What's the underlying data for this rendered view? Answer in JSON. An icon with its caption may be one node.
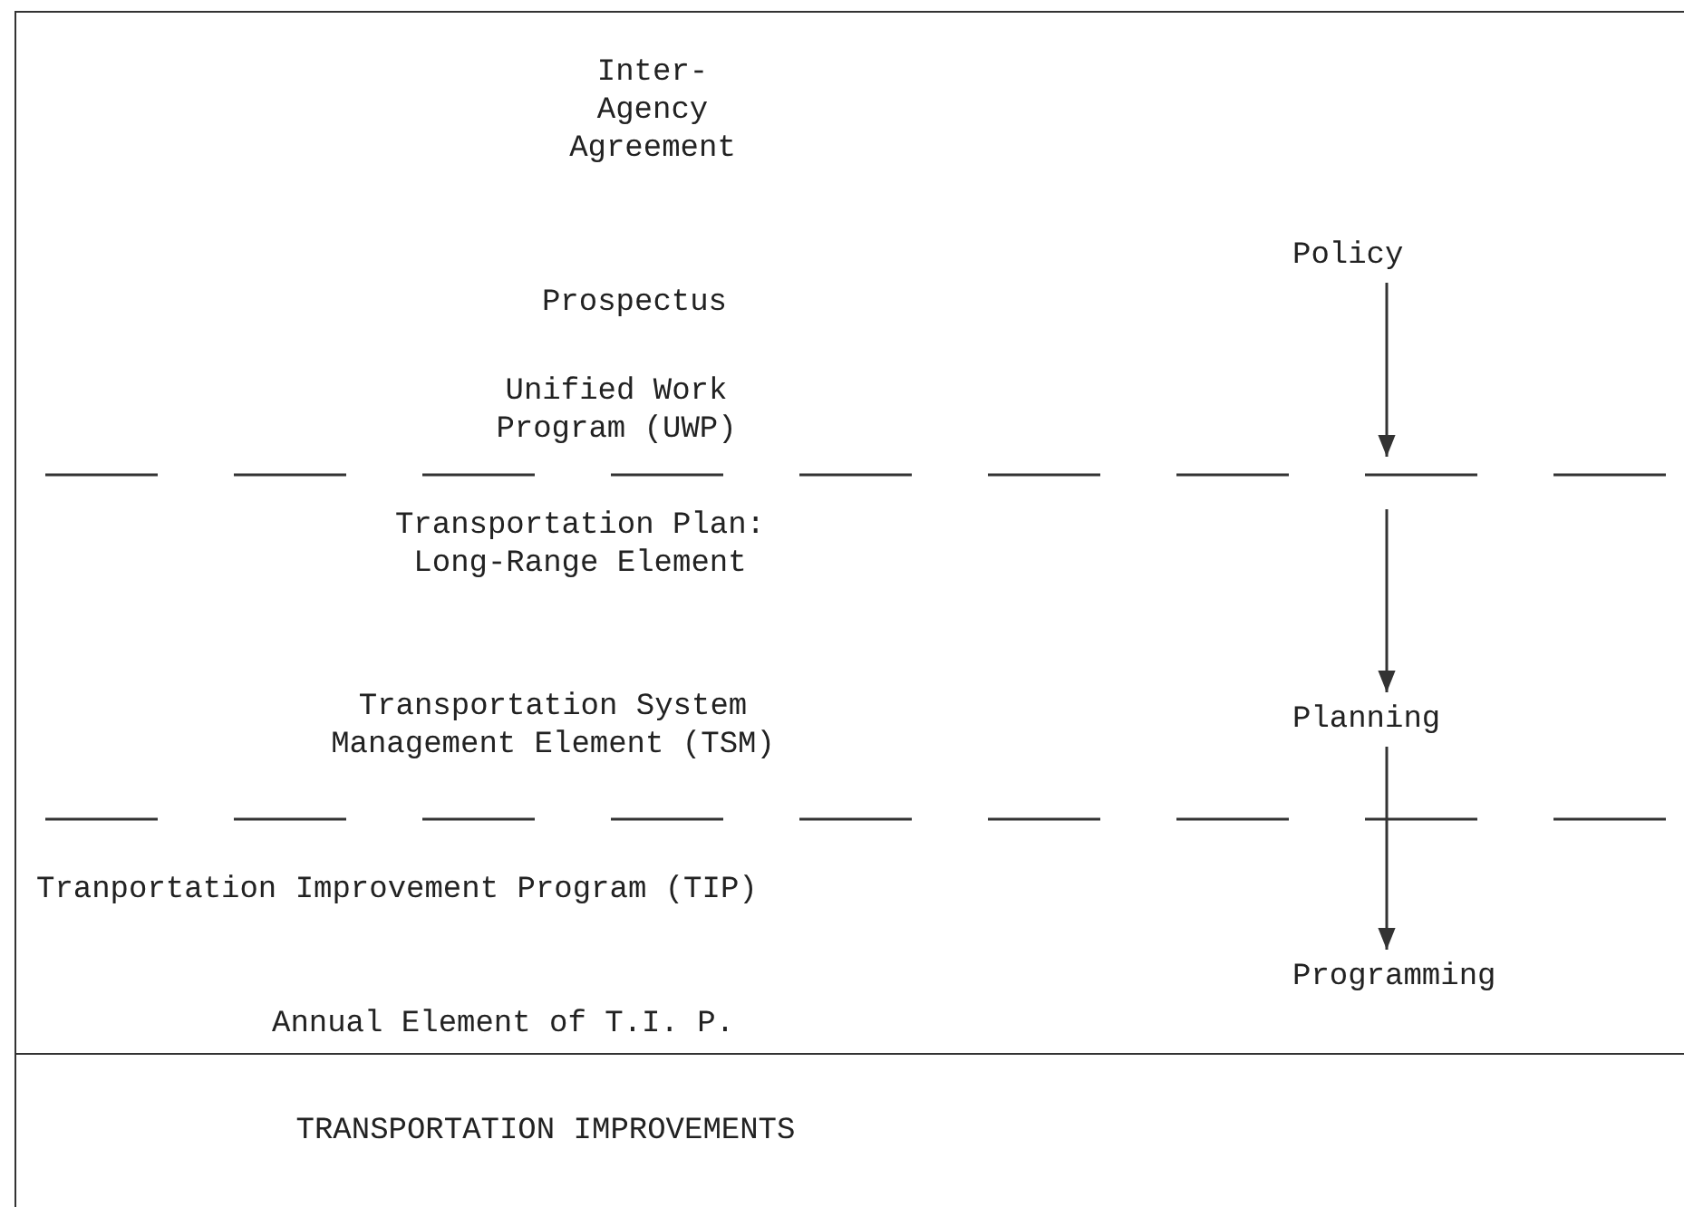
{
  "diagram": {
    "nodes": [
      {
        "text": [],
        "shape": "box"
      },
      {
        "text": [
          "TRANSPORTATION IMPROVEMENTS"
        ]
      },
      {
        "text": [
          "Policy"
        ],
        "in": 0
      },
      {
        "text": [
          "Planning"
        ],
        "in": 0
      },
      {
        "text": [
          "Programming"
        ],
        "in": 0
      }
    ],
    "edges": [
      {
        "from": 2,
        "to": null,
        "arrow": "to"
      },
      {
        "from": null,
        "to": 3,
        "arrow": "to"
      },
      {
        "from": 3,
        "to": 4,
        "arrow": "to"
      }
    ],
    "labels": [
      "Inter- Agency Agreement",
      "Prospectus",
      "Unified Work Program (UWP)",
      "Transportation Plan: Long-Range Element",
      "Transportation System Management Element (TSM)",
      "Tranportation Improvement Program (TIP)",
      "Annual Element of T.I. P."
    ]
  }
}
